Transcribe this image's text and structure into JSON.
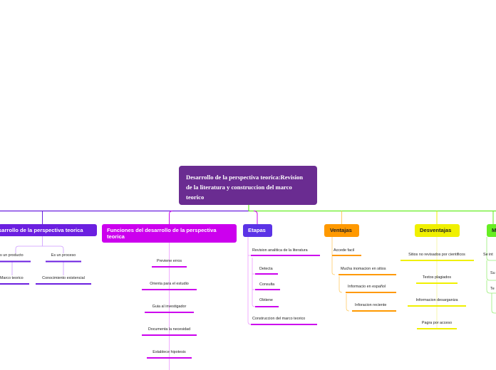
{
  "root": {
    "title": "Desarrollo de la perspectiva teorica:Revision de la literatura y construccion del marco teorico"
  },
  "colors": {
    "root": "#6a2c91",
    "purple": "#6b1fe0",
    "magenta": "#cc00ee",
    "etapas": "#5b33e6",
    "ventajas": "#ff9900",
    "desventajas": "#f0f000",
    "green": "#66ee22"
  },
  "branches": {
    "desarrollo": {
      "title": "sarrollo de la perspectiva teorica",
      "children": [
        "s un producto",
        "Es un proceso",
        "Marco teorico",
        "Conocimiento existencial"
      ]
    },
    "funciones": {
      "title": "Funciones del desarrollo de la perspectiva teorica",
      "children": [
        "Previene erros",
        "Orienta para el estudio",
        "Guia al investigador",
        "Documenta la necesidad",
        "Establece hipotesis"
      ]
    },
    "etapas": {
      "title": "Etapas",
      "children": [
        "Revision analitica de la literatura",
        "Detecta",
        "Consulta",
        "Obtiene",
        "Construccion del marco teorico"
      ]
    },
    "ventajas": {
      "title": "Ventajas",
      "children": [
        "Accede facil",
        "Mucha inomacion en sitios",
        "Informacio en español",
        "Inforacion reciente"
      ]
    },
    "desventajas": {
      "title": "Desventajas",
      "children": [
        "Sitios no revisados por cientificos",
        "Textos plagiados",
        "Informacion desarganiza",
        "Pagra por acceso"
      ]
    },
    "m": {
      "title": "M",
      "children": [
        "Se int",
        "Su",
        "Te"
      ]
    }
  }
}
